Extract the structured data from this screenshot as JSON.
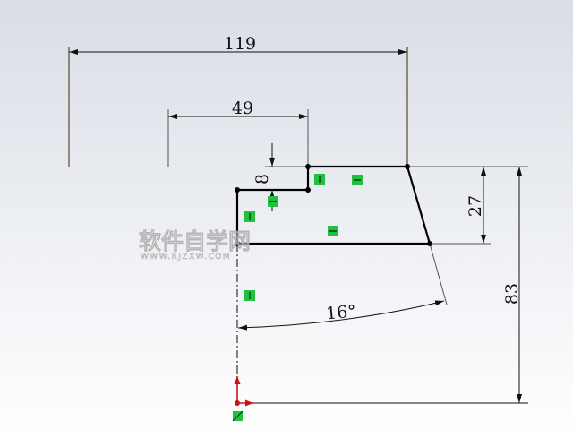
{
  "dimensions": {
    "width_overall": "119",
    "width_step": "49",
    "step_height": "8",
    "right_height": "27",
    "total_height": "83",
    "taper_angle": "16°"
  },
  "relations": [
    "vertical",
    "horizontal",
    "horizontal",
    "vertical",
    "horizontal",
    "vertical"
  ],
  "watermark": {
    "title": "软件自学网",
    "url": "WWW.RJZXW.COM"
  },
  "colors": {
    "profile": "#000000",
    "relation_icon": "#22c040",
    "origin": "#d01010",
    "extension": "#5a4a30"
  }
}
